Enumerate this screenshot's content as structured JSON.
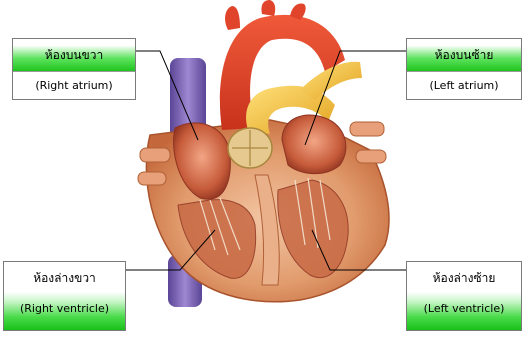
{
  "labels": {
    "right_atrium": {
      "thai": "ห้องบนขวา",
      "english": "(Right atrium)"
    },
    "left_atrium": {
      "thai": "ห้องบนซ้าย",
      "english": "(Left atrium)"
    },
    "right_ventricle": {
      "thai": "ห้องล่างขวา",
      "english": "(Right ventricle)"
    },
    "left_ventricle": {
      "thai": "ห้องล่างซ้าย",
      "english": "(Left ventricle)"
    }
  },
  "caption": "",
  "colors": {
    "label_green": "#1fc41f",
    "heart_muscle": "#d98a5c",
    "aorta_red": "#e0452b",
    "vena_cava_purple": "#7f67b8",
    "pulmonary_yellow": "#f2c23c",
    "valve_tan": "#e6c98e"
  }
}
